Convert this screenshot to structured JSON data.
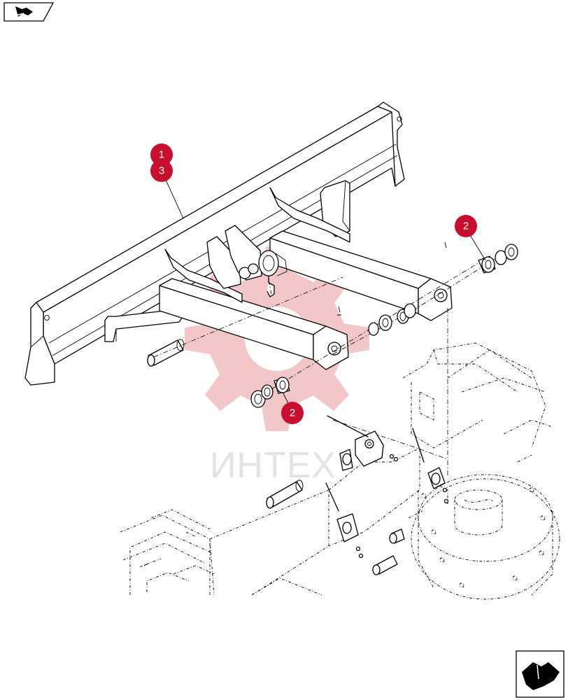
{
  "callouts": [
    {
      "id": "c1",
      "label": "1"
    },
    {
      "id": "c3",
      "label": "3"
    },
    {
      "id": "c2a",
      "label": "2"
    },
    {
      "id": "c2b",
      "label": "2"
    }
  ],
  "watermark": {
    "text": "ИНТЕХ"
  },
  "colors": {
    "callout": "#c8102e",
    "watermark_gear": "#f3c7c7",
    "watermark_text": "#e3e3e3",
    "line": "#000000"
  },
  "icons": {
    "top_left": "next-page-icon",
    "bottom_right": "previous-page-icon"
  }
}
